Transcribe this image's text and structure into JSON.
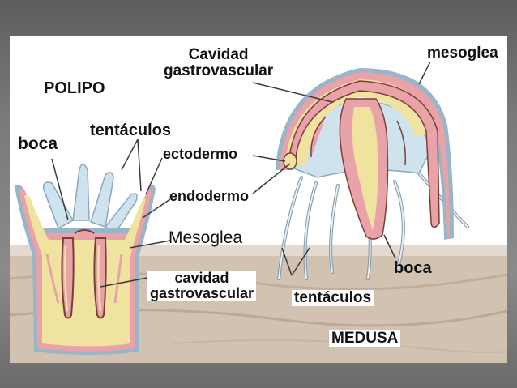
{
  "labels": {
    "polipo": "POLIPO",
    "boca_polipo": "boca",
    "tentaculos_polipo": "tentáculos",
    "ectodermo": "ectodermo",
    "endodermo": "endodermo",
    "mesoglea_polipo": "Mesoglea",
    "cavidad_polipo_1": "cavidad",
    "cavidad_polipo_2": "gastrovascular",
    "cavidad_medusa_1": "Cavidad",
    "cavidad_medusa_2": "gastrovascular",
    "mesoglea_medusa": "mesoglea",
    "boca_medusa": "boca",
    "tentaculos_medusa": "tentáculos",
    "medusa": "MEDUSA"
  },
  "colors": {
    "mesoglea": "#f0e3a0",
    "tissue": "#e9a2a8",
    "outer_edge": "#9ab4c8",
    "tentacle": "#cfe3ee",
    "background_sand": "#d2c2b2"
  }
}
